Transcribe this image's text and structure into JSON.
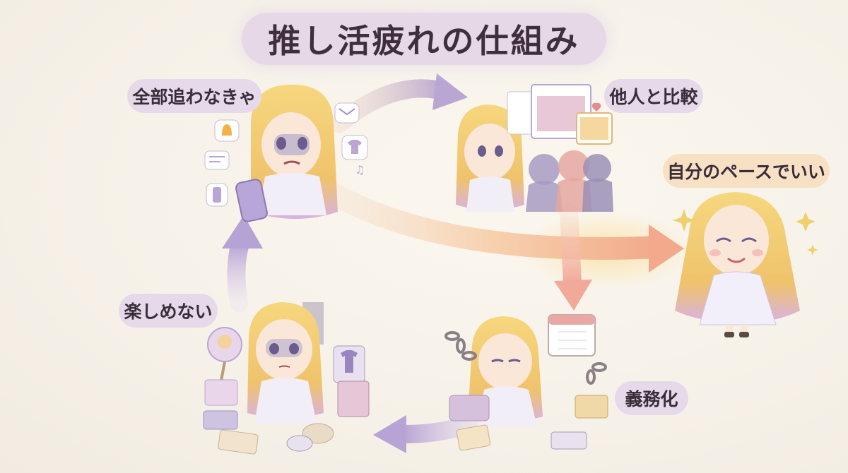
{
  "title": "推し活疲れの仕組み",
  "labels": {
    "top_left": "全部追わなきゃ",
    "top_right": "他人と比較",
    "right": "自分のペースでいい",
    "left": "楽しめない",
    "bottom_right": "義務化"
  },
  "colors": {
    "title_bg": "#e6d8e7",
    "label_bg": "#e5d9ea",
    "highlight_bg": "#f7e0c4",
    "cycle_arrow": "#b9a6d3",
    "escape_arrow": "#f2a98c"
  },
  "icons": [
    "bell-icon",
    "chat-icon",
    "phone-icon",
    "mail-icon",
    "tshirt-icon",
    "music-note-icon",
    "calendar-icon",
    "chain-icon",
    "sparkle-icon",
    "heart-icon"
  ]
}
